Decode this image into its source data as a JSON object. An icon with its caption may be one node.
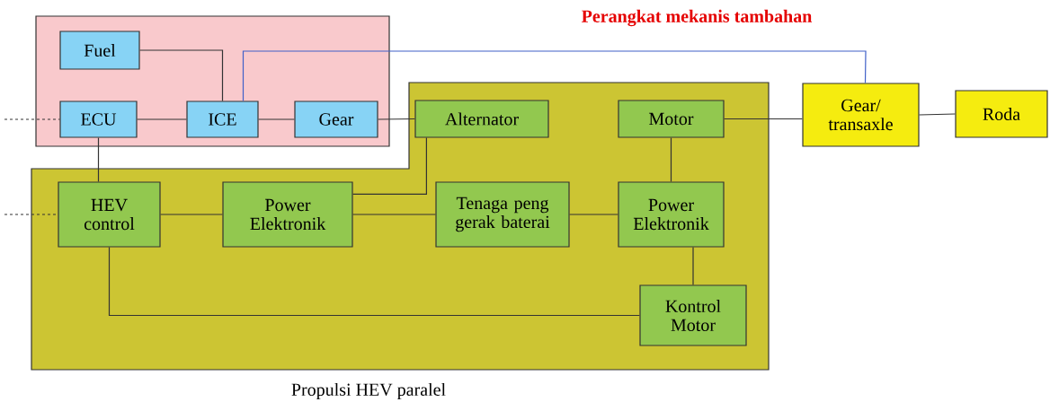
{
  "diagram": {
    "nodes": [
      {
        "text": [],
        "shape": "box"
      },
      {
        "text": [],
        "shape": "box",
        "beside": [
          "Propulsi HEV paralel"
        ]
      },
      {
        "text": [
          "Fuel"
        ],
        "in": 0
      },
      {
        "text": [
          "ECU"
        ],
        "in": 0
      },
      {
        "text": [
          "ICE"
        ],
        "in": 0
      },
      {
        "text": [
          "Gear"
        ],
        "in": 0
      },
      {
        "text": [
          "Alternator"
        ],
        "in": 1
      },
      {
        "text": [
          "Motor"
        ],
        "in": 1
      },
      {
        "text": [
          "HEV control"
        ],
        "in": 1
      },
      {
        "text": [
          "Power Elektronik"
        ],
        "in": 1
      },
      {
        "text": [
          "Tenaga peng gerak baterai"
        ],
        "in": 1
      },
      {
        "text": [
          "Power Elektronik"
        ],
        "in": 1
      },
      {
        "text": [
          "Kontrol Motor"
        ],
        "in": 1
      },
      {
        "text": [
          "Gear/ transaxle"
        ]
      },
      {
        "text": [
          "Roda"
        ]
      }
    ],
    "edges": [
      {
        "from": 2,
        "to": 4,
        "arrow": "none"
      },
      {
        "from": 3,
        "to": 4,
        "arrow": "none"
      },
      {
        "from": 4,
        "to": 5,
        "arrow": "none"
      },
      {
        "from": 5,
        "to": 6,
        "arrow": "none"
      },
      {
        "from": 4,
        "to": 13,
        "arrow": "none",
        "color": "#4060c8"
      },
      {
        "from": 7,
        "to": 13,
        "arrow": "none"
      },
      {
        "from": 13,
        "to": 14,
        "arrow": "none"
      },
      {
        "from": 3,
        "to": 8,
        "arrow": "none"
      },
      {
        "from": 6,
        "to": 9,
        "arrow": "none"
      },
      {
        "from": 8,
        "to": 9,
        "arrow": "none"
      },
      {
        "from": 9,
        "to": 10,
        "arrow": "none"
      },
      {
        "from": 10,
        "to": 11,
        "arrow": "none"
      },
      {
        "from": 7,
        "to": 11,
        "arrow": "none"
      },
      {
        "from": 11,
        "to": 12,
        "arrow": "none"
      },
      {
        "from": 8,
        "to": 12,
        "arrow": "none"
      },
      {
        "from": null,
        "to": 3,
        "arrow": "none",
        "style": "dashed"
      },
      {
        "from": null,
        "to": 8,
        "arrow": "none",
        "style": "dashed"
      }
    ],
    "labels": [
      "Perangkat mekanis tambahan"
    ]
  }
}
